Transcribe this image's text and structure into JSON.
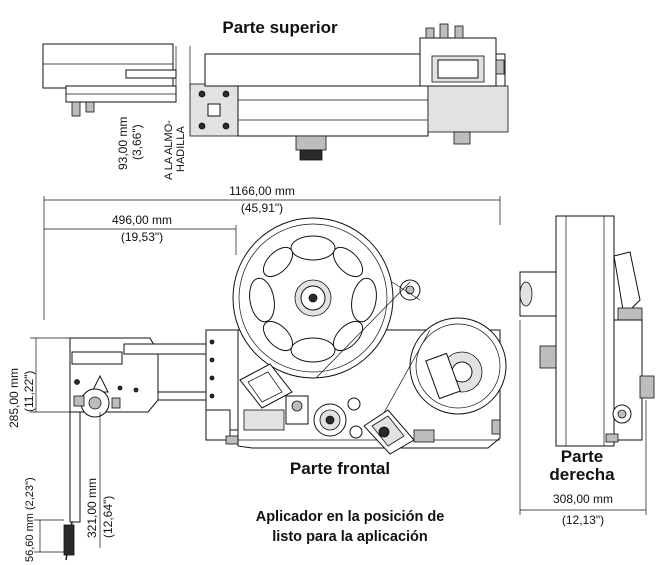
{
  "views": {
    "top": "Parte superior",
    "front": "Parte frontal",
    "right_line1": "Parte",
    "right_line2": "derecha"
  },
  "caption": {
    "line1": "Aplicador en la posición de",
    "line2": "listo para la aplicación"
  },
  "dims": {
    "pad_mm": "93,00 mm",
    "pad_in": "(3,66\")",
    "pad_note1": "A LA ALMO-",
    "pad_note2": "HADILLA",
    "overall_mm": "1166,00 mm",
    "overall_in": "(45,91\")",
    "left_mm": "496,00 mm",
    "left_in": "(19,53\")",
    "height_mm": "285,00 mm",
    "height_in": "(11,22\")",
    "pad_ext": "56,60 mm (2,23\")",
    "drop_mm": "321,00 mm",
    "drop_in": "(12,64\")",
    "depth_mm": "308,00 mm",
    "depth_in": "(12,13\")"
  }
}
